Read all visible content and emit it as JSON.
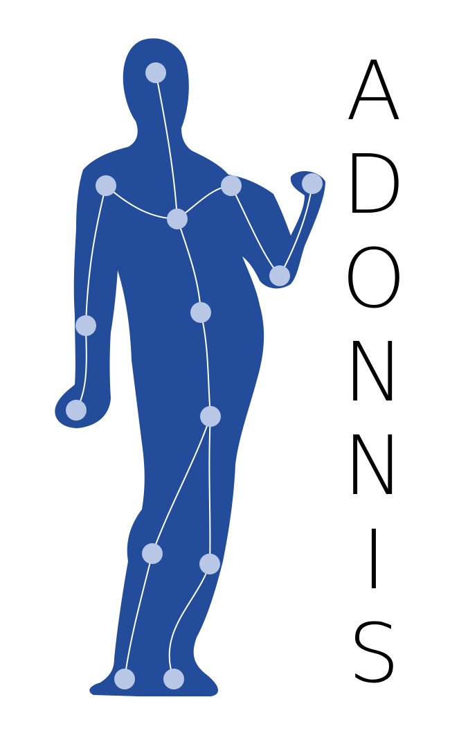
{
  "brand": {
    "name": "ADONNIS",
    "letters": [
      "A",
      "D",
      "O",
      "N",
      "N",
      "I",
      "S"
    ]
  },
  "colors": {
    "silhouette": "#234d9b",
    "joint": "#b8c7e6",
    "bone": "#ffffff",
    "text": "#000000",
    "background": "#ffffff"
  },
  "icons": {
    "figure": "human-silhouette-with-skeleton-icon"
  }
}
